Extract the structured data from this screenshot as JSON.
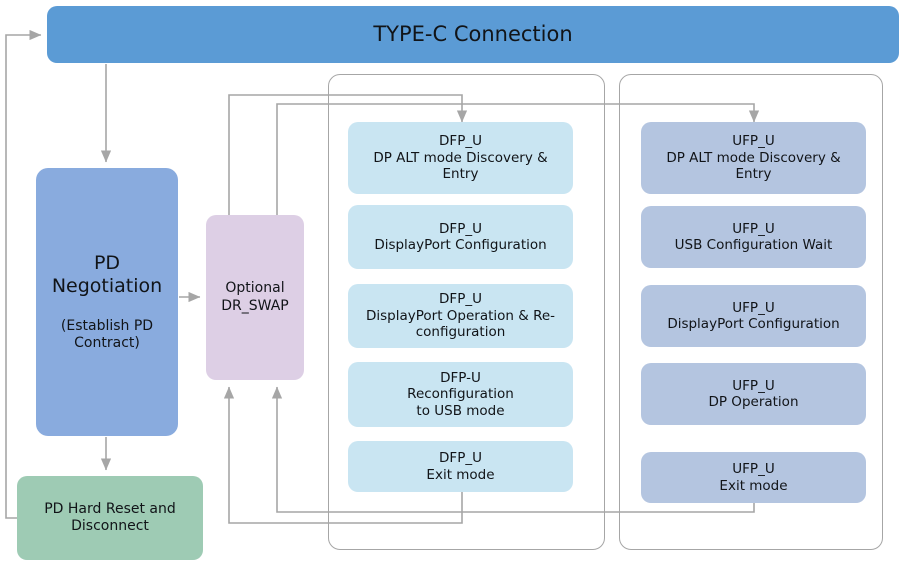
{
  "diagram": {
    "title": "TYPE-C Connection",
    "colors": {
      "typec": "#5b9bd5",
      "pd_negotiation": "#89abde",
      "hard_reset": "#9ecbb4",
      "dr_swap": "#ddcfe5",
      "dfp_box": "#c9e5f2",
      "ufp_box": "#b4c5e0",
      "connector": "#a6a6a6",
      "group_border": "#a6a6a6"
    }
  },
  "typec": {
    "label": "TYPE-C Connection"
  },
  "pd_negotiation": {
    "line1": "PD",
    "line2": "Negotiation",
    "line3": "(Establish PD",
    "line4": "Contract)"
  },
  "hard_reset": {
    "line1": "PD Hard Reset and",
    "line2": "Disconnect"
  },
  "dr_swap": {
    "line1": "Optional",
    "line2": "DR_SWAP"
  },
  "dfp_column": {
    "items": [
      {
        "line1": "DFP_U",
        "line2": "DP ALT mode Discovery &",
        "line3": "Entry"
      },
      {
        "line1": "DFP_U",
        "line2": "DisplayPort Configuration",
        "line3": ""
      },
      {
        "line1": "DFP_U",
        "line2": "DisplayPort Operation & Re-",
        "line3": "configuration"
      },
      {
        "line1": "DFP-U",
        "line2": "Reconfiguration",
        "line3": "to USB mode"
      },
      {
        "line1": "DFP_U",
        "line2": "Exit mode",
        "line3": ""
      }
    ]
  },
  "ufp_column": {
    "items": [
      {
        "line1": "UFP_U",
        "line2": "DP ALT mode Discovery &",
        "line3": "Entry"
      },
      {
        "line1": "UFP_U",
        "line2": "USB Configuration Wait",
        "line3": ""
      },
      {
        "line1": "UFP_U",
        "line2": "DisplayPort Configuration",
        "line3": ""
      },
      {
        "line1": "UFP_U",
        "line2": "DP Operation",
        "line3": ""
      },
      {
        "line1": "UFP_U",
        "line2": "Exit mode",
        "line3": ""
      }
    ]
  }
}
